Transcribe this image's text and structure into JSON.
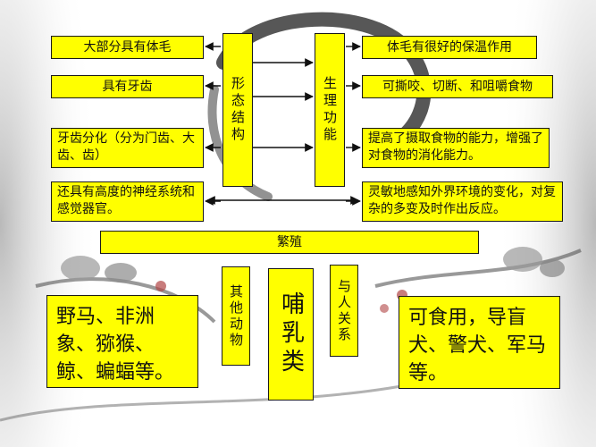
{
  "left_items": [
    "大部分具有体毛",
    "具有牙齿",
    "牙齿分化（分为门齿、大齿、齿）",
    "还具有高度的神经系统和感觉器官。"
  ],
  "right_items": [
    "体毛有很好的保温作用",
    "可撕咬、切断、和咀嚼食物",
    "提高了摄取食物的能力，增强了对食物的消化能力。",
    "灵敏地感知外界环境的变化，对复杂的多变及时作出反应。"
  ],
  "structure_label": "形态结构",
  "function_label": "生理功能",
  "reproduction_label": "繁殖",
  "other_animals_label": "其他动物",
  "mammals_label": "哺乳类",
  "human_relation_label": "与人关系",
  "examples_left": "野马、非洲象、猕猴、鲸、蝙蝠等。",
  "examples_right": "可食用，导盲犬、警犬、军马等。",
  "colors": {
    "box_fill": "#ffff00",
    "border": "#1a1a1a"
  }
}
